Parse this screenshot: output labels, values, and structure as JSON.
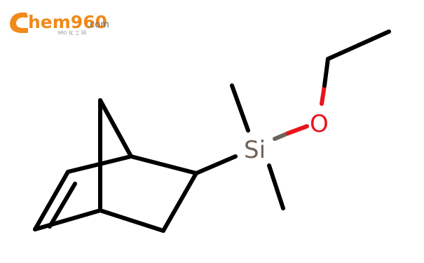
{
  "logo": {
    "brand": "hem960",
    "domain": ".com",
    "tagline": "960 化 工 网",
    "color": "#f08a1a"
  },
  "atoms": {
    "si": "Si",
    "o": "O"
  },
  "colors": {
    "bond": "#000000",
    "silicon": "#6f6258",
    "oxygen": "#e8141c"
  }
}
